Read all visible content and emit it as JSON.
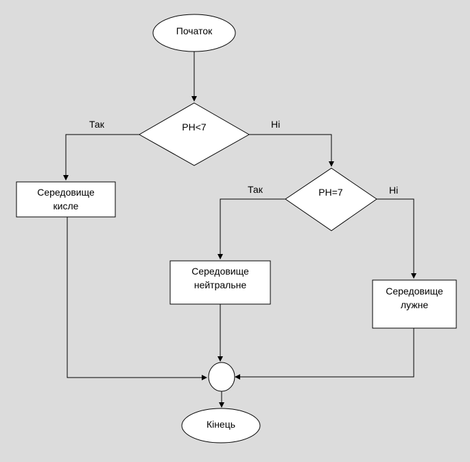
{
  "flowchart": {
    "start": "Початок",
    "decision1": "PH<7",
    "decision2": "PH=7",
    "box_acid_line1": "Середовище",
    "box_acid_line2": "кисле",
    "box_neutral_line1": "Середовище",
    "box_neutral_line2": "нейтральне",
    "box_alkaline_line1": "Середовище",
    "box_alkaline_line2": "лужне",
    "end": "Кінець",
    "yes_label_1": "Так",
    "no_label_1": "Ні",
    "yes_label_2": "Так",
    "no_label_2": "Ні"
  }
}
